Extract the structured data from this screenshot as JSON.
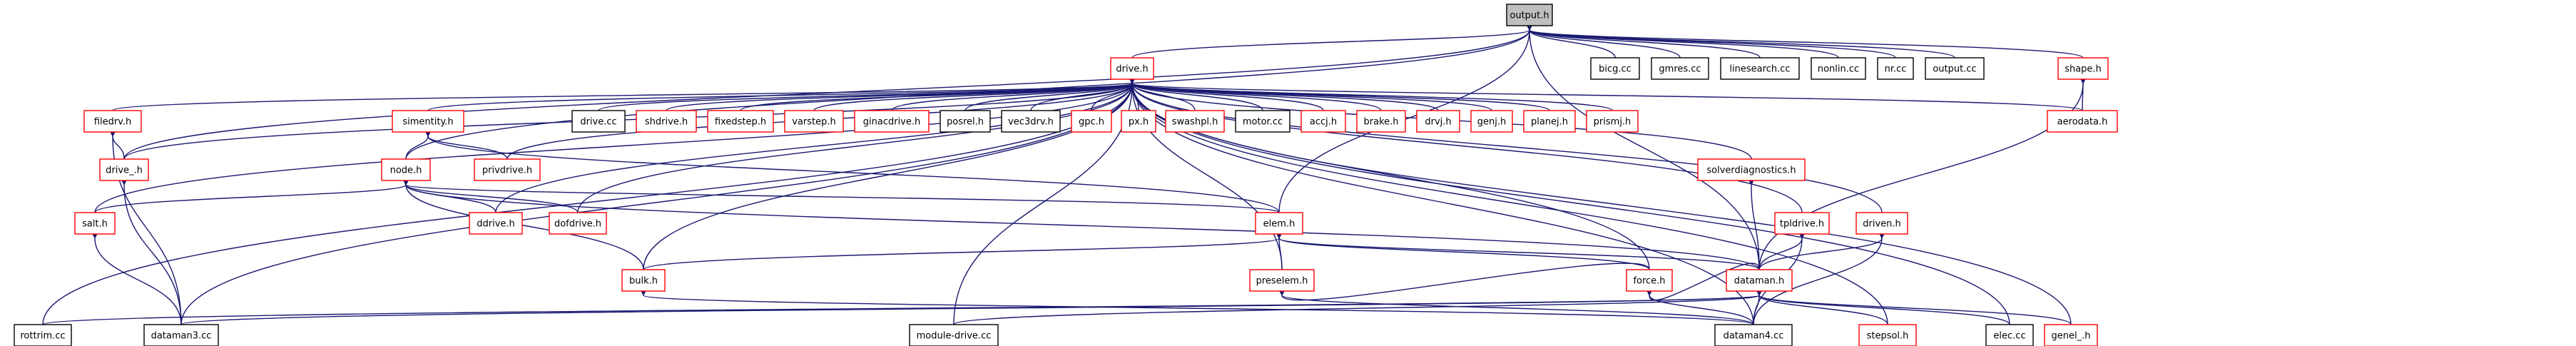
{
  "colors": {
    "edge": "#191970",
    "node_border_black": "#000000",
    "node_border_red": "#ff0000",
    "root_fill": "#bfbfbf",
    "node_fill": "#ffffff",
    "text": "#000000"
  },
  "nodes": [
    {
      "id": "output_h",
      "label": "output.h",
      "border": "black",
      "root": true
    },
    {
      "id": "drive_h",
      "label": "drive.h",
      "border": "red"
    },
    {
      "id": "bicg_cc",
      "label": "bicg.cc",
      "border": "black"
    },
    {
      "id": "gmres_cc",
      "label": "gmres.cc",
      "border": "black"
    },
    {
      "id": "linesearch_cc",
      "label": "linesearch.cc",
      "border": "black"
    },
    {
      "id": "nonlin_cc",
      "label": "nonlin.cc",
      "border": "black"
    },
    {
      "id": "nr_cc",
      "label": "nr.cc",
      "border": "black"
    },
    {
      "id": "output_cc",
      "label": "output.cc",
      "border": "black"
    },
    {
      "id": "shape_h",
      "label": "shape.h",
      "border": "red"
    },
    {
      "id": "aerodata_h",
      "label": "aerodata.h",
      "border": "red"
    },
    {
      "id": "filedrv_h",
      "label": "filedrv.h",
      "border": "red"
    },
    {
      "id": "simentity_h",
      "label": "simentity.h",
      "border": "red"
    },
    {
      "id": "drive_cc",
      "label": "drive.cc",
      "border": "black"
    },
    {
      "id": "shdrive_h",
      "label": "shdrive.h",
      "border": "red"
    },
    {
      "id": "fixedstep_h",
      "label": "fixedstep.h",
      "border": "red"
    },
    {
      "id": "varstep_h",
      "label": "varstep.h",
      "border": "red"
    },
    {
      "id": "ginacdrive_h",
      "label": "ginacdrive.h",
      "border": "red"
    },
    {
      "id": "posrel_h",
      "label": "posrel.h",
      "border": "black"
    },
    {
      "id": "vec3drv_h",
      "label": "vec3drv.h",
      "border": "black"
    },
    {
      "id": "gpc_h",
      "label": "gpc.h",
      "border": "red"
    },
    {
      "id": "px_h",
      "label": "px.h",
      "border": "red"
    },
    {
      "id": "swashpl_h",
      "label": "swashpl.h",
      "border": "red"
    },
    {
      "id": "motor_cc",
      "label": "motor.cc",
      "border": "black"
    },
    {
      "id": "accj_h",
      "label": "accj.h",
      "border": "red"
    },
    {
      "id": "brake_h",
      "label": "brake.h",
      "border": "red"
    },
    {
      "id": "drvj_h",
      "label": "drvj.h",
      "border": "red"
    },
    {
      "id": "genj_h",
      "label": "genj.h",
      "border": "red"
    },
    {
      "id": "planej_h",
      "label": "planej.h",
      "border": "red"
    },
    {
      "id": "prismj_h",
      "label": "prismj.h",
      "border": "red"
    },
    {
      "id": "drive__h",
      "label": "drive_.h",
      "border": "red"
    },
    {
      "id": "privdrive_h",
      "label": "privdrive.h",
      "border": "red"
    },
    {
      "id": "node_h",
      "label": "node.h",
      "border": "red"
    },
    {
      "id": "solverdiagnostics_h",
      "label": "solverdiagnostics.h",
      "border": "red"
    },
    {
      "id": "tpldrive_h",
      "label": "tpldrive.h",
      "border": "red"
    },
    {
      "id": "driven_h",
      "label": "driven.h",
      "border": "red"
    },
    {
      "id": "salt_h",
      "label": "salt.h",
      "border": "red"
    },
    {
      "id": "ddrive_h",
      "label": "ddrive.h",
      "border": "red"
    },
    {
      "id": "dofdrive_h",
      "label": "dofdrive.h",
      "border": "red"
    },
    {
      "id": "elem_h",
      "label": "elem.h",
      "border": "red"
    },
    {
      "id": "bulk_h",
      "label": "bulk.h",
      "border": "red"
    },
    {
      "id": "preselem_h",
      "label": "preselem.h",
      "border": "red"
    },
    {
      "id": "force_h",
      "label": "force.h",
      "border": "red"
    },
    {
      "id": "dataman_h",
      "label": "dataman.h",
      "border": "red"
    },
    {
      "id": "rottrim_cc",
      "label": "rottrim.cc",
      "border": "black"
    },
    {
      "id": "dataman3_cc",
      "label": "dataman3.cc",
      "border": "black"
    },
    {
      "id": "module_drive_cc",
      "label": "module-drive.cc",
      "border": "black"
    },
    {
      "id": "dataman4_cc",
      "label": "dataman4.cc",
      "border": "black"
    },
    {
      "id": "stepsol_h",
      "label": "stepsol.h",
      "border": "red"
    },
    {
      "id": "elec_cc",
      "label": "elec.cc",
      "border": "black"
    },
    {
      "id": "genel__h",
      "label": "genel_.h",
      "border": "red"
    }
  ]
}
